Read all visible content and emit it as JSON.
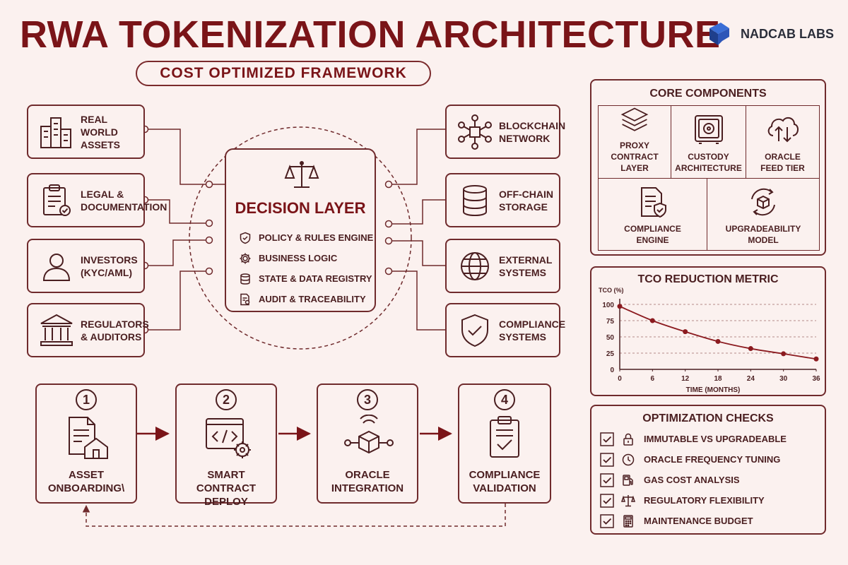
{
  "header": {
    "title": "RWA TOKENIZATION ARCHITECTURE",
    "subtitle": "COST OPTIMIZED FRAMEWORK",
    "brand": "NADCAB LABS"
  },
  "left_nodes": [
    {
      "line1": "REAL WORLD",
      "line2": "ASSETS",
      "icon": "building-icon"
    },
    {
      "line1": "LEGAL &",
      "line2": "DOCUMENTATION",
      "icon": "clipboard-icon"
    },
    {
      "line1": "INVESTORS",
      "line2": "(KYC/AML)",
      "icon": "user-icon"
    },
    {
      "line1": "REGULATORS",
      "line2": "& AUDITORS",
      "icon": "bank-icon"
    }
  ],
  "right_nodes": [
    {
      "line1": "BLOCKCHAIN",
      "line2": "NETWORK",
      "icon": "network-icon"
    },
    {
      "line1": "OFF-CHAIN",
      "line2": "STORAGE",
      "icon": "database-icon"
    },
    {
      "line1": "EXTERNAL",
      "line2": "SYSTEMS",
      "icon": "globe-icon"
    },
    {
      "line1": "COMPLIANCE",
      "line2": "SYSTEMS",
      "icon": "shield-check-icon"
    }
  ],
  "decision_layer": {
    "title": "DECISION LAYER",
    "items": [
      {
        "label": "POLICY & RULES ENGINE",
        "icon": "shield-icon"
      },
      {
        "label": "BUSINESS LOGIC",
        "icon": "gear-icon"
      },
      {
        "label": "STATE & DATA REGISTRY",
        "icon": "database-icon"
      },
      {
        "label": "AUDIT & TRACEABILITY",
        "icon": "document-icon"
      }
    ]
  },
  "core_components": {
    "title": "CORE COMPONENTS",
    "items": [
      {
        "line1": "PROXY",
        "line2": "CONTRACT LAYER",
        "icon": "layers-icon"
      },
      {
        "line1": "CUSTODY",
        "line2": "ARCHITECTURE",
        "icon": "safe-icon"
      },
      {
        "line1": "ORACLE",
        "line2": "FEED TIER",
        "icon": "cloud-sync-icon"
      },
      {
        "line1": "COMPLIANCE",
        "line2": "ENGINE",
        "icon": "doc-shield-icon"
      },
      {
        "line1": "UPGRADEABILITY",
        "line2": "MODEL",
        "icon": "cube-cycle-icon"
      }
    ]
  },
  "chart_data": {
    "type": "line",
    "title": "TCO REDUCTION METRIC",
    "xlabel": "TIME (MONTHS)",
    "ylabel": "TCO (%)",
    "x": [
      0,
      6,
      12,
      18,
      24,
      30,
      36
    ],
    "y": [
      97,
      75,
      58,
      43,
      32,
      24,
      16
    ],
    "xticks": [
      "0",
      "6",
      "12",
      "18",
      "24",
      "30",
      "36"
    ],
    "yticks": [
      "0",
      "25",
      "50",
      "75",
      "100"
    ],
    "xlim": [
      0,
      36
    ],
    "ylim": [
      0,
      100
    ],
    "grid": "horizontal dashed",
    "color": "#8b1a1f"
  },
  "optimization_checks": {
    "title": "OPTIMIZATION CHECKS",
    "items": [
      {
        "label": "IMMUTABLE VS UPGRADEABLE",
        "icon": "lock-icon",
        "checked": true
      },
      {
        "label": "ORACLE FREQUENCY TUNING",
        "icon": "clock-icon",
        "checked": true
      },
      {
        "label": "GAS COST ANALYSIS",
        "icon": "fuel-icon",
        "checked": true
      },
      {
        "label": "REGULATORY FLEXIBILITY",
        "icon": "scales-icon",
        "checked": true
      },
      {
        "label": "MAINTENANCE BUDGET",
        "icon": "calculator-icon",
        "checked": true
      }
    ]
  },
  "steps": [
    {
      "num": "1",
      "line1": "ASSET",
      "line2": "ONBOARDING\\",
      "icon": "document-house-icon"
    },
    {
      "num": "2",
      "line1": "SMART",
      "line2": "CONTRACT DEPLOY",
      "icon": "code-gear-icon"
    },
    {
      "num": "3",
      "line1": "ORACLE",
      "line2": "INTEGRATION",
      "icon": "cube-signal-icon"
    },
    {
      "num": "4",
      "line1": "COMPLIANCE",
      "line2": "VALIDATION",
      "icon": "clipboard-check-icon"
    }
  ],
  "colors": {
    "accent": "#7a1418",
    "stroke": "#6f2a2c",
    "background": "#fbf1ef",
    "text": "#4a1e20"
  }
}
